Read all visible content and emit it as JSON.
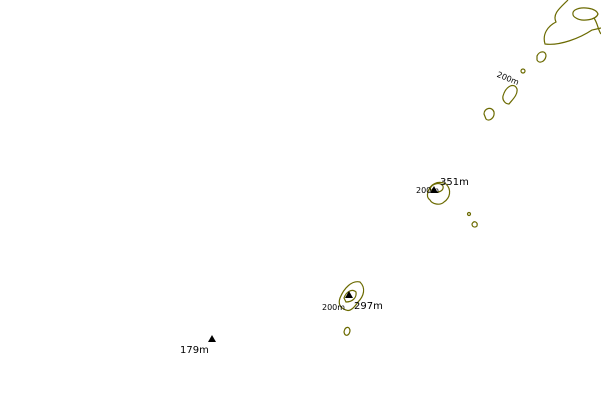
{
  "colors": {
    "background": "#ffffff",
    "contour": "#6b6a00",
    "contour_inner": "#f7f3c8",
    "peak": "#000000",
    "text": "#000000"
  },
  "peaks": [
    {
      "id": "peak-351",
      "label": "351m"
    },
    {
      "id": "peak-297",
      "label": "297m"
    },
    {
      "id": "peak-179",
      "label": "179m"
    }
  ],
  "contour_labels": [
    {
      "id": "contour-200-northeast",
      "label": "200m"
    },
    {
      "id": "contour-200-middle",
      "label": "200m"
    },
    {
      "id": "contour-200-south",
      "label": "200m"
    }
  ]
}
